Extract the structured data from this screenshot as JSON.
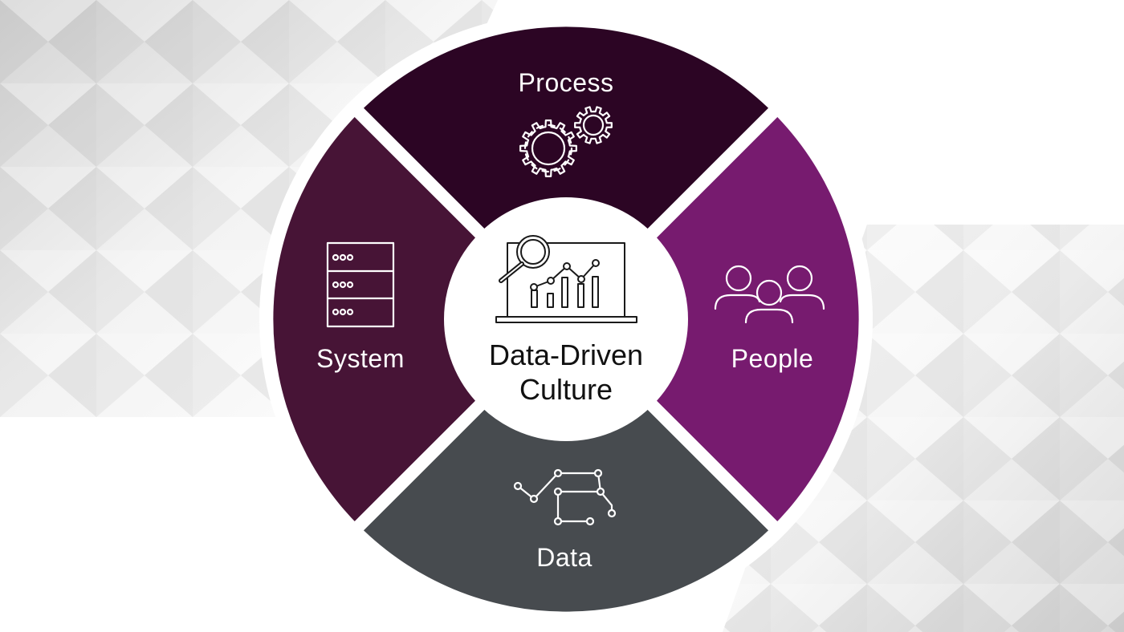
{
  "diagram": {
    "center": {
      "line1": "Data-Driven",
      "line2": "Culture",
      "icon": "analytics-laptop-icon"
    },
    "segments": [
      {
        "key": "process",
        "label": "Process",
        "icon": "gears-icon",
        "color": "#2c0524"
      },
      {
        "key": "people",
        "label": "People",
        "icon": "people-group-icon",
        "color": "#771b6f"
      },
      {
        "key": "data",
        "label": "Data",
        "icon": "data-network-icon",
        "color": "#474b4f"
      },
      {
        "key": "system",
        "label": "System",
        "icon": "server-rack-icon",
        "color": "#471436"
      }
    ],
    "colors": {
      "ring_outline": "#ffffff",
      "center_fill": "#ffffff",
      "background": "#e8e8e8"
    }
  }
}
